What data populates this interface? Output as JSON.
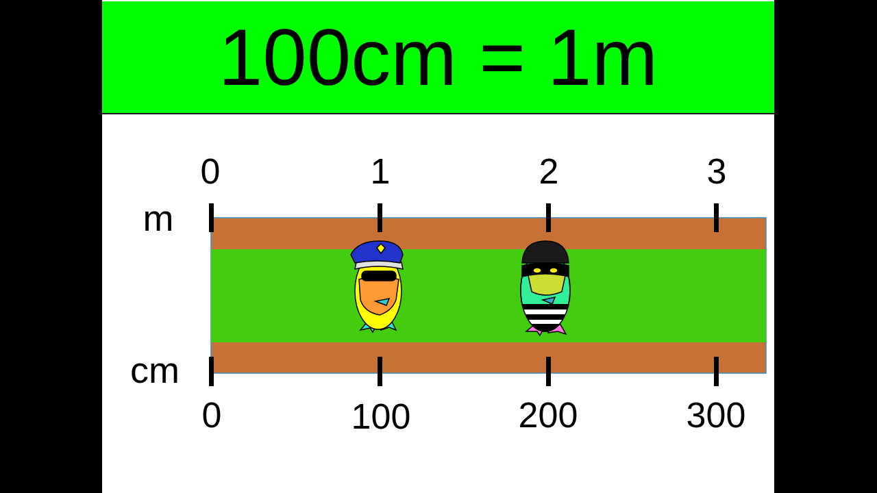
{
  "diagram": {
    "title": "100cm = 1m",
    "labels": [
      "0",
      "1",
      "2",
      "3",
      "m",
      "cm",
      "0",
      "100",
      "200",
      "300"
    ]
  }
}
